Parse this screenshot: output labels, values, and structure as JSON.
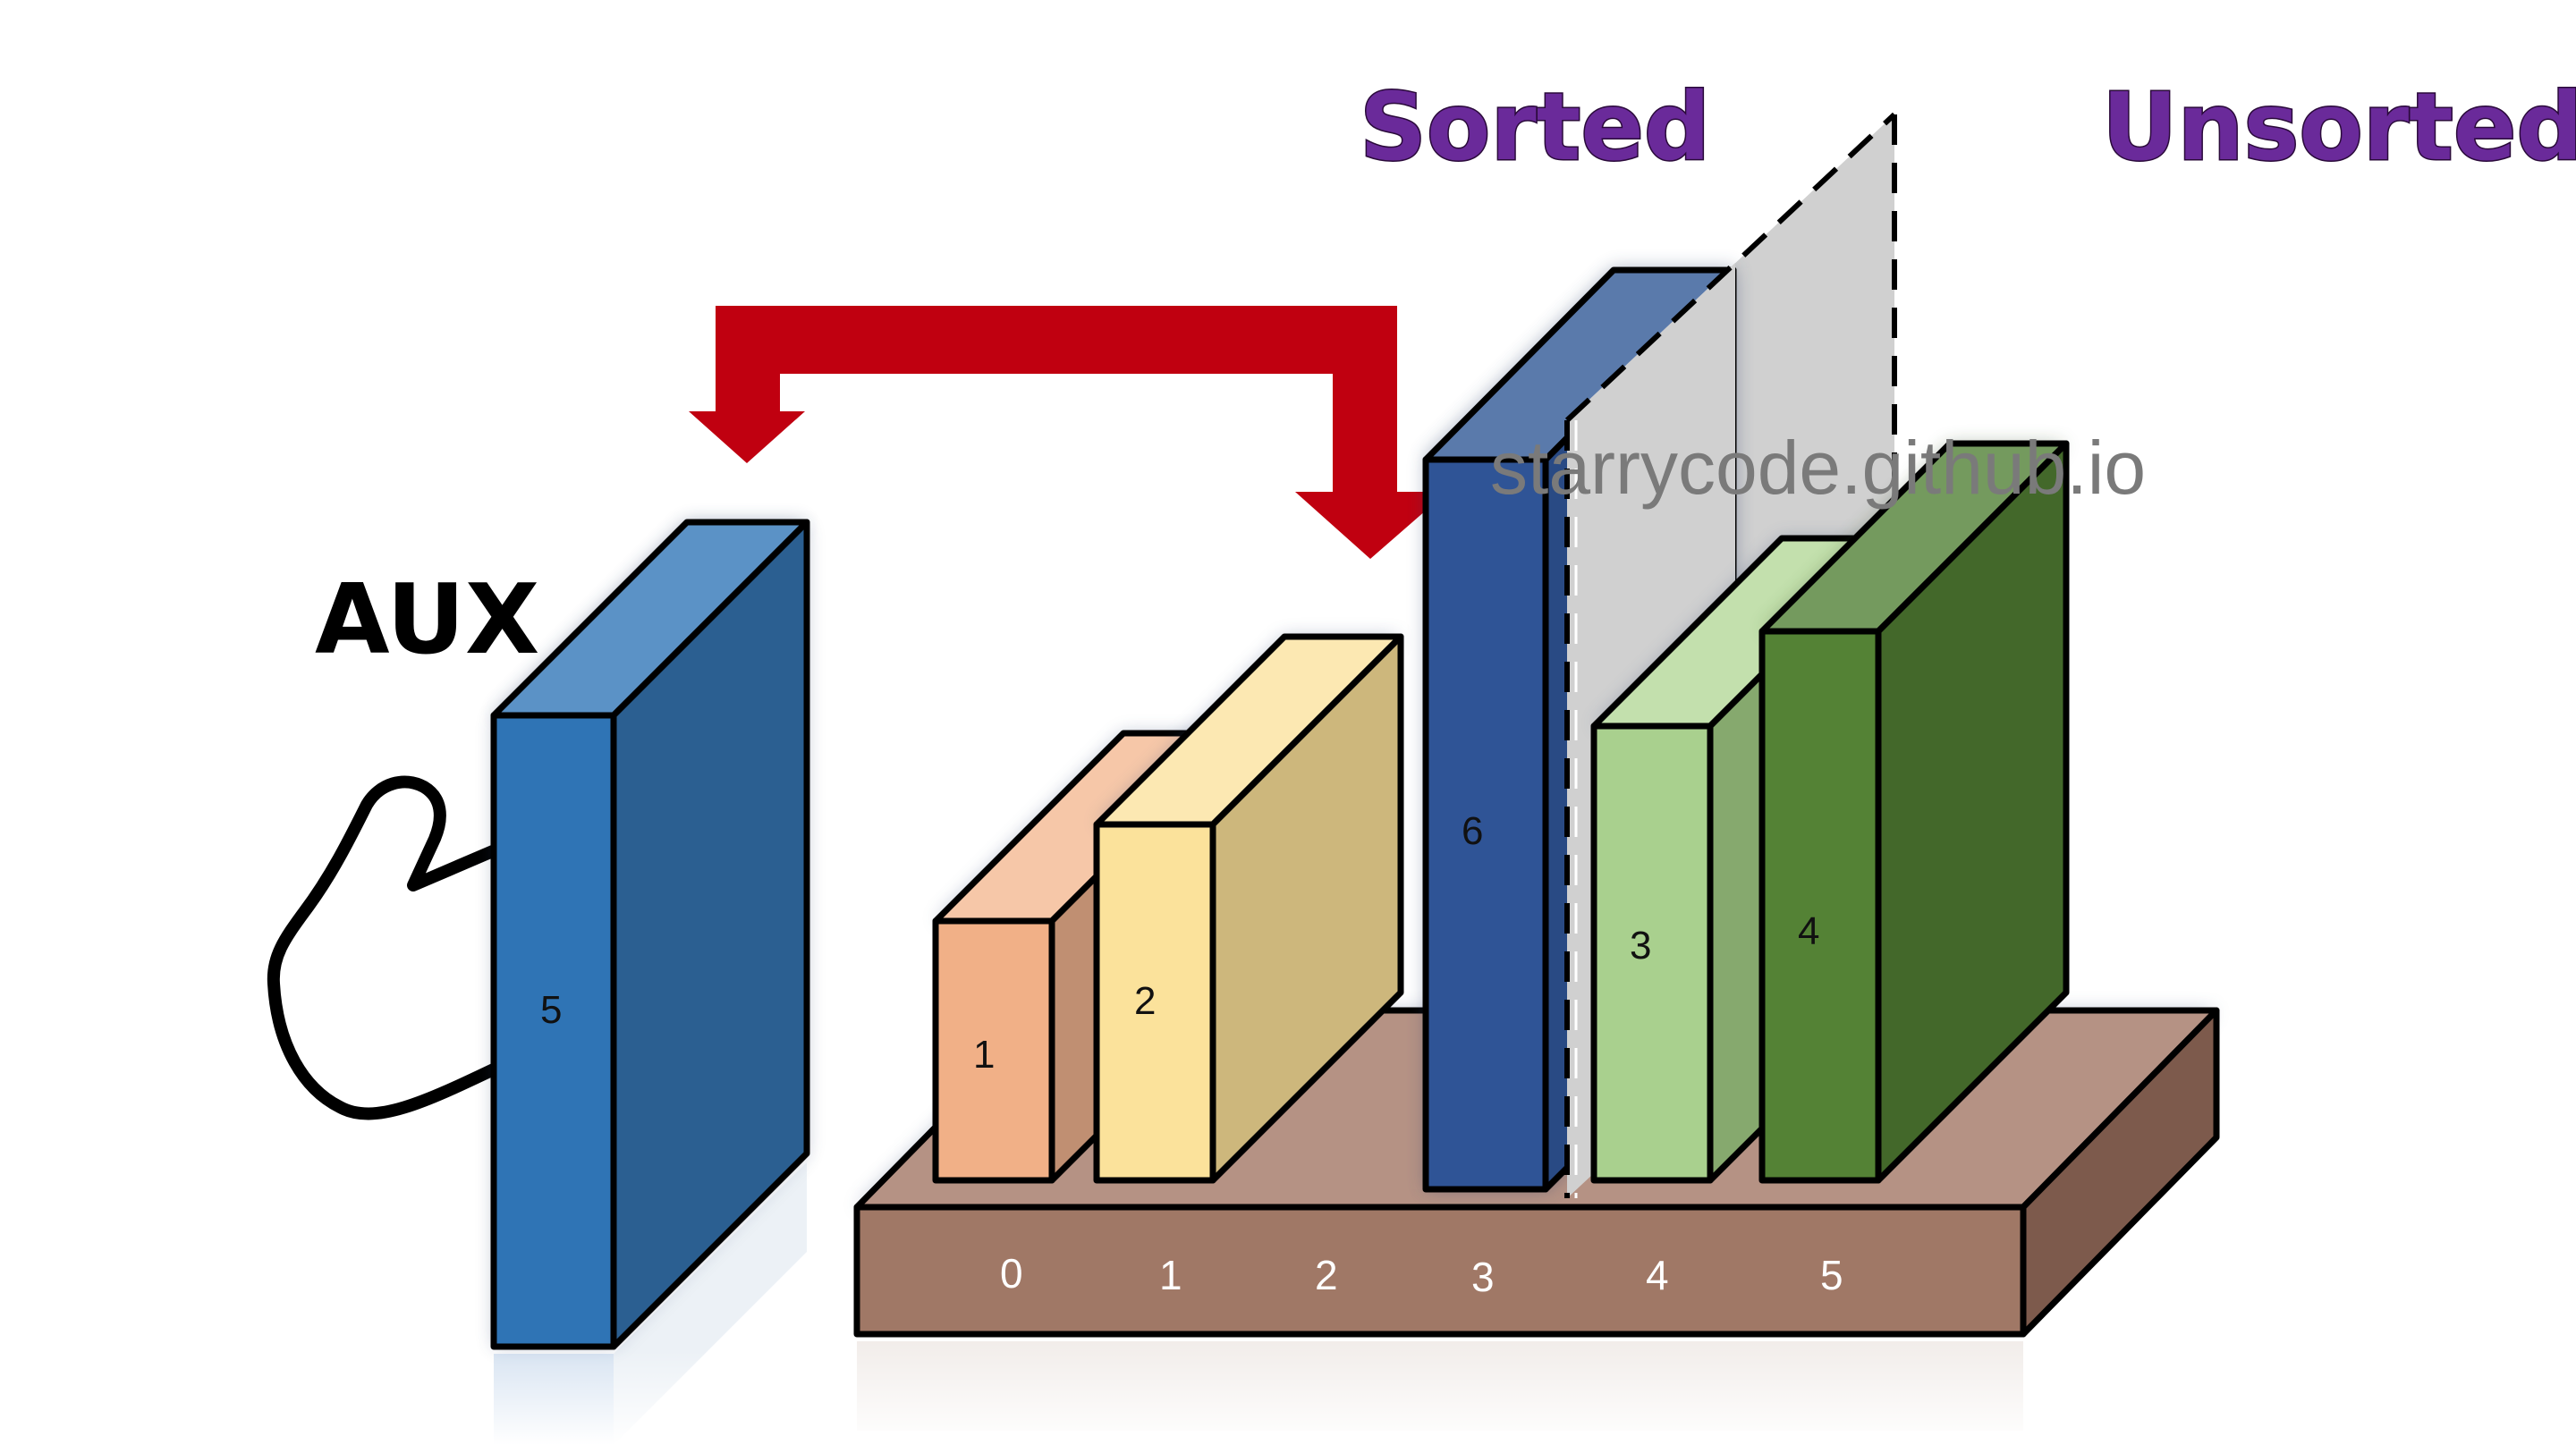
{
  "labels": {
    "sorted": "Sorted",
    "unsorted": "Unsorted",
    "aux": "AUX",
    "watermark": "starrycode.github.io"
  },
  "aux_box": {
    "value": "5",
    "color": "#2f74b5"
  },
  "array": {
    "indices": [
      "0",
      "1",
      "2",
      "3",
      "4",
      "5"
    ],
    "boxes": [
      {
        "value": "1",
        "color": "#f1b087"
      },
      {
        "value": "2",
        "color": "#fbe29b"
      },
      {
        "value": "6",
        "color": "#2f5496"
      },
      {
        "value": "3",
        "color": "#a9d08e"
      },
      {
        "value": "4",
        "color": "#548235"
      }
    ]
  },
  "colors": {
    "base": "#a77c6b",
    "arrow": "#c00010",
    "label": "#6a2a9a",
    "divider_plane": "#d0d0d0"
  }
}
